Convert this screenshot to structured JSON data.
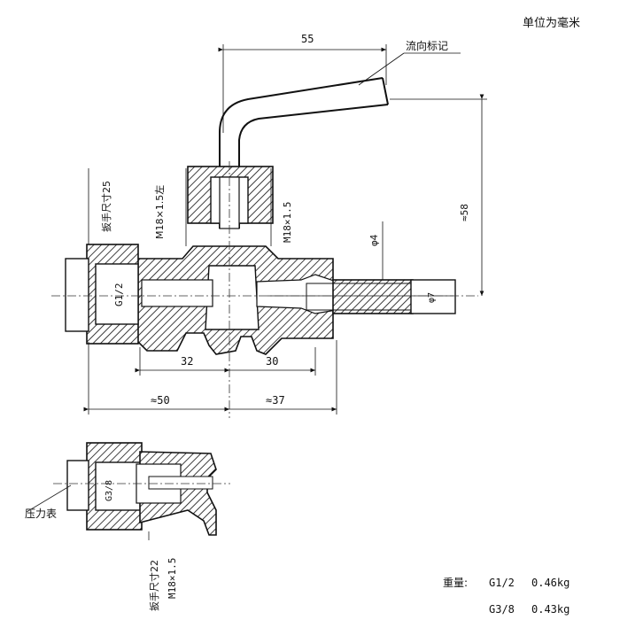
{
  "title": "单位为毫米",
  "callouts": {
    "flow_mark": "流向标记",
    "gauge": "压力表"
  },
  "dimensions": {
    "top_width": "55",
    "height_right": "≈58",
    "bore": "φ4",
    "tip_dia": "φ7",
    "left_thread": "G1/2",
    "thread_left_v": "M18×1.5左",
    "thread_right_v": "M18×1.5",
    "wrench_top": "扳手尺寸25",
    "left_len": "32",
    "right_len": "30",
    "total_left": "≈50",
    "total_right": "≈37",
    "lower_thread": "G3/8",
    "wrench_bottom": "扳手尺寸22",
    "lower_metric": "M18×1.5"
  },
  "weights": {
    "label": "重量:",
    "rows": [
      {
        "thread": "G1/2",
        "mass": "0.46kg"
      },
      {
        "thread": "G3/8",
        "mass": "0.43kg"
      }
    ]
  }
}
